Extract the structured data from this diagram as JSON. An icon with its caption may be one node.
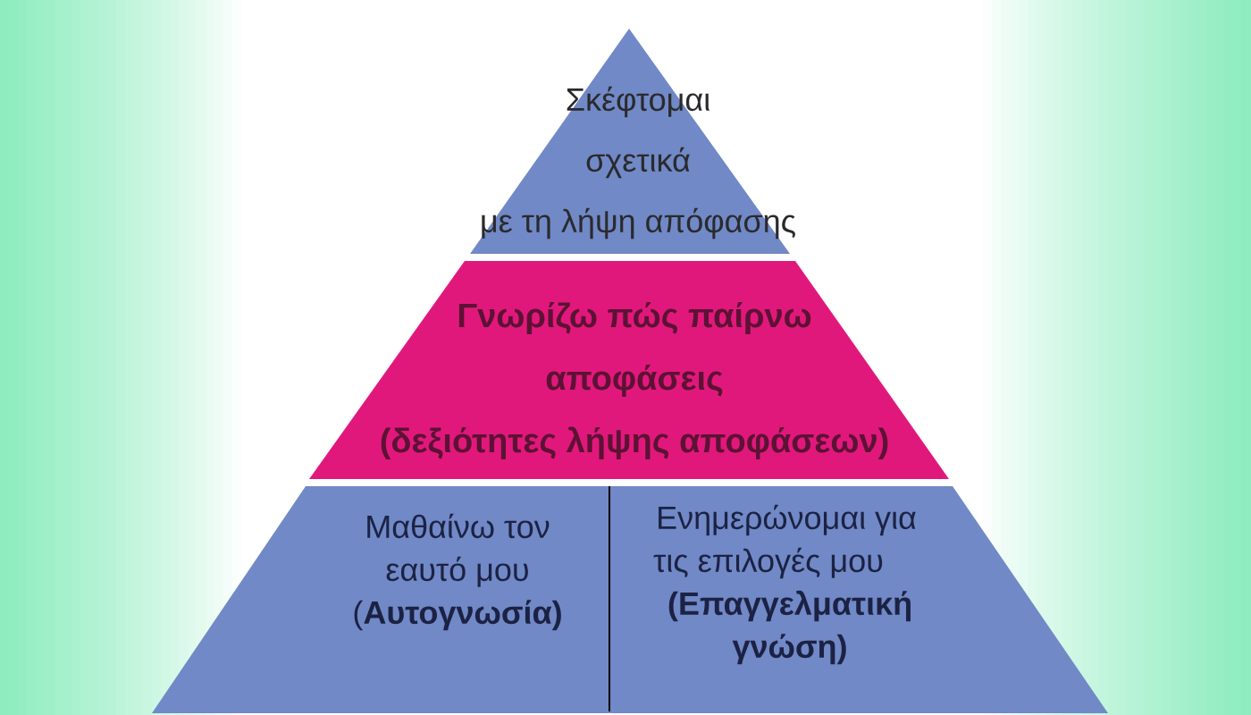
{
  "diagram": {
    "nodes": [
      {
        "text": [
          "Σκέφτομαι σχετικά με τη λήψη απόφασης"
        ]
      },
      {
        "text": [
          "Γνωρίζω πώς παίρνω αποφάσεις (δεξιότητες λήψης αποφάσεων)"
        ]
      },
      {
        "text": [
          "Μαθαίνω τον εαυτό μου (**Αυτογνωσία)**"
        ]
      },
      {
        "text": [
          "Ενημερώνομαι για τις επιλογές μου **(Επαγγελματική γνώση)**"
        ]
      }
    ]
  }
}
